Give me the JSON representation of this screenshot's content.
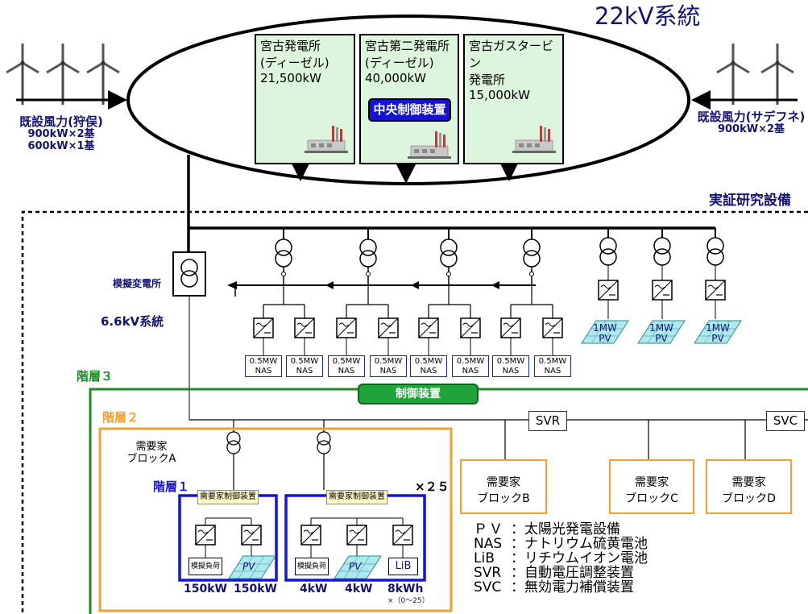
{
  "title": "22kV系統",
  "plants": [
    {
      "name": "宮古発電所",
      "type": "(ディーゼル)",
      "capacity": "21,500kW"
    },
    {
      "name": "宮古第二発電所",
      "type": "(ディーゼル)",
      "capacity": "40,000kW"
    },
    {
      "name": "宮古ガスタービン",
      "type": "発電所",
      "capacity": "15,000kW"
    }
  ],
  "central_control": "中央制御装置",
  "wind_left": {
    "name": "既設風力(狩俣)",
    "line1": "900kW×2基",
    "line2": "600kW×1基"
  },
  "wind_right": {
    "name": "既設風力(サデフネ)",
    "line1": "900kW×2基"
  },
  "demo_facility": "実証研究設備",
  "substation": "模擬変電所",
  "system_66": "6.6kV系統",
  "nas_units": [
    {
      "size": "0.5MW",
      "type": "NAS"
    },
    {
      "size": "0.5MW",
      "type": "NAS"
    },
    {
      "size": "0.5MW",
      "type": "NAS"
    },
    {
      "size": "0.5MW",
      "type": "NAS"
    },
    {
      "size": "0.5MW",
      "type": "NAS"
    },
    {
      "size": "0.5MW",
      "type": "NAS"
    },
    {
      "size": "0.5MW",
      "type": "NAS"
    },
    {
      "size": "0.5MW",
      "type": "NAS"
    }
  ],
  "pv_units": [
    {
      "size": "1MW",
      "type": "PV"
    },
    {
      "size": "1MW",
      "type": "PV"
    },
    {
      "size": "1MW",
      "type": "PV"
    }
  ],
  "tier3": "階層３",
  "tier2": "階層２",
  "tier1": "階層１",
  "control_device": "制御装置",
  "svr": "SVR",
  "svc": "SVC",
  "block_a": {
    "line1": "需要家",
    "line2": "ブロックA"
  },
  "block_b": {
    "line1": "需要家",
    "line2": "ブロックB"
  },
  "block_c": {
    "line1": "需要家",
    "line2": "ブロックC"
  },
  "block_d": {
    "line1": "需要家",
    "line2": "ブロックD"
  },
  "customer_control": "需要家制御装置",
  "multiplier_25": "×２５",
  "load_label": "模擬負荷",
  "pv_label": "PV",
  "lib_label": "LiB",
  "tier1_left_values": [
    "150kW",
    "150kW"
  ],
  "tier1_right_values": [
    "4kW",
    "4kW",
    "8kWh"
  ],
  "lib_note": "×（0～25）",
  "legend": [
    {
      "abbr": "ＰＶ",
      "desc": "：太陽光発電設備"
    },
    {
      "abbr": "NAS",
      "desc": "：ナトリウム硫黄電池"
    },
    {
      "abbr": "LiB",
      "desc": "：リチウムイオン電池"
    },
    {
      "abbr": "SVR",
      "desc": "：自動電圧調整装置"
    },
    {
      "abbr": "SVC",
      "desc": "：無効電力補償装置"
    }
  ]
}
